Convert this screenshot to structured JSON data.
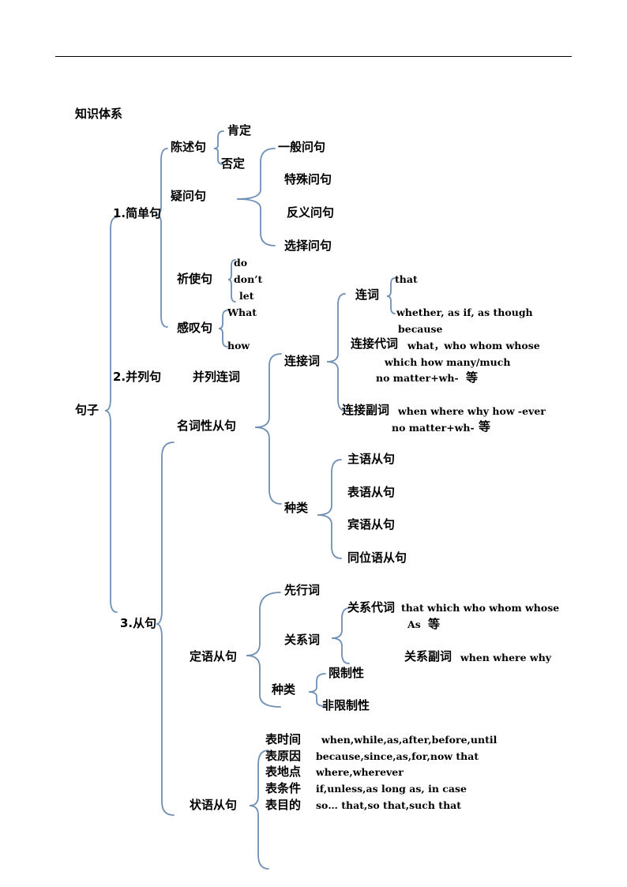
{
  "title": "知识体系",
  "root": "句子",
  "level1": {
    "simple": "1.简单句",
    "compound": "2.并列句",
    "complex": "3.从句"
  },
  "simple": {
    "declarative": "陈述句",
    "affirmative": "肯定",
    "negative": "否定",
    "interrogative": "疑问句",
    "q_general": "一般问句",
    "q_special": "特殊问句",
    "q_tag": "反义问句",
    "q_choice": "选择问句",
    "imperative": "祈使句",
    "imp_do": "do",
    "imp_dont": "don’t",
    "imp_let": "let",
    "exclamatory": "感叹句",
    "exc_what": "What",
    "exc_how": "how"
  },
  "compound": {
    "conj": "并列连词"
  },
  "noun_clause": {
    "label": "名词性从句",
    "connectives": "连接词",
    "conjunctions": "连词",
    "conj_that": "that",
    "conj_whether": "whether,  as if,  as though",
    "conj_because": "because",
    "conn_pronoun": "连接代词",
    "conn_pronoun_words": "what，who  whom  whose",
    "conn_pronoun_words2": "which  how  many/much",
    "conn_pronoun_words3": "no    matter+wh-",
    "etc": "等",
    "conn_adverb": "连接副词",
    "conn_adverb_words": "when  where  why  how  -ever",
    "conn_adverb_words2": "no  matter+wh-",
    "types": "种类",
    "subject": "主语从句",
    "predicative": "表语从句",
    "object": "宾语从句",
    "appositive": "同位语从句"
  },
  "attributive_clause": {
    "label": "定语从句",
    "antecedent": "先行词",
    "relatives": "关系词",
    "rel_pronoun": "关系代词",
    "rel_pronoun_words": "that  which  who  whom  whose",
    "rel_pronoun_as": "As",
    "etc": "等",
    "rel_adverb": "关系副词",
    "rel_adverb_words": "when  where  why",
    "types": "种类",
    "restrictive": "限制性",
    "nonrestrictive": "非限制性"
  },
  "adverbial_clause": {
    "label": "状语从句",
    "rows": [
      {
        "kind": "表时间",
        "words": "when,while,as,after,before,until"
      },
      {
        "kind": "表原因",
        "words": "because,since,as,for,now  that"
      },
      {
        "kind": "表地点",
        "words": "where,wherever"
      },
      {
        "kind": "表条件",
        "words": "if,unless,as long as, in  case"
      },
      {
        "kind": "表目的",
        "words": "so… that,so that,such  that"
      }
    ]
  },
  "colors": {
    "brace": "#6f8fb5",
    "text": "#000000",
    "rule": "#000000"
  }
}
